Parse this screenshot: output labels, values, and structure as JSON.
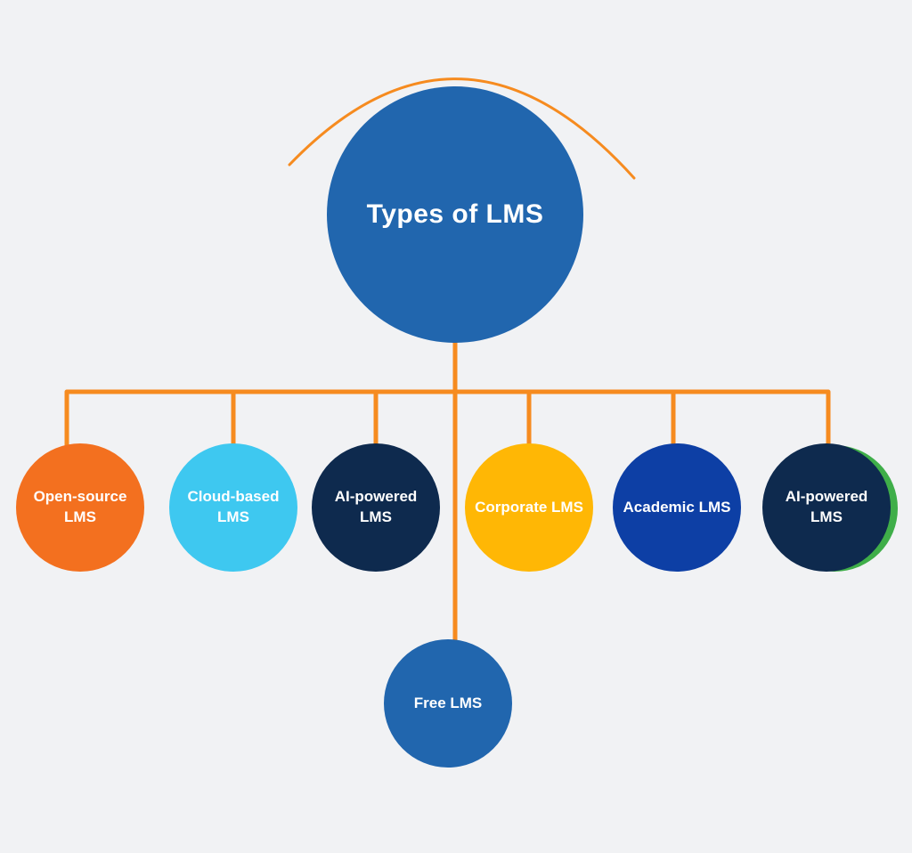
{
  "diagram": {
    "type": "tree",
    "background": "#F1F2F4",
    "connector_color": "#F68B1F",
    "arc_decoration": "orange-arc-above-root",
    "root": {
      "label": "Types of LMS",
      "color": "#2166AE"
    },
    "children": [
      {
        "label": "Open-source LMS",
        "color": "#F3701F"
      },
      {
        "label": "Cloud-based LMS",
        "color": "#3EC8F0"
      },
      {
        "label": "AI-powered LMS",
        "color": "#0E2A4E"
      },
      {
        "label": "Corporate LMS",
        "color": "#FFB705"
      },
      {
        "label": "Academic LMS",
        "color": "#0D3FA5"
      },
      {
        "label": "AI-powered LMS",
        "color": "#0E2A4E",
        "accent_color": "#3FAE49"
      }
    ],
    "bottom": {
      "label": "Free LMS",
      "color": "#2166AE"
    }
  }
}
